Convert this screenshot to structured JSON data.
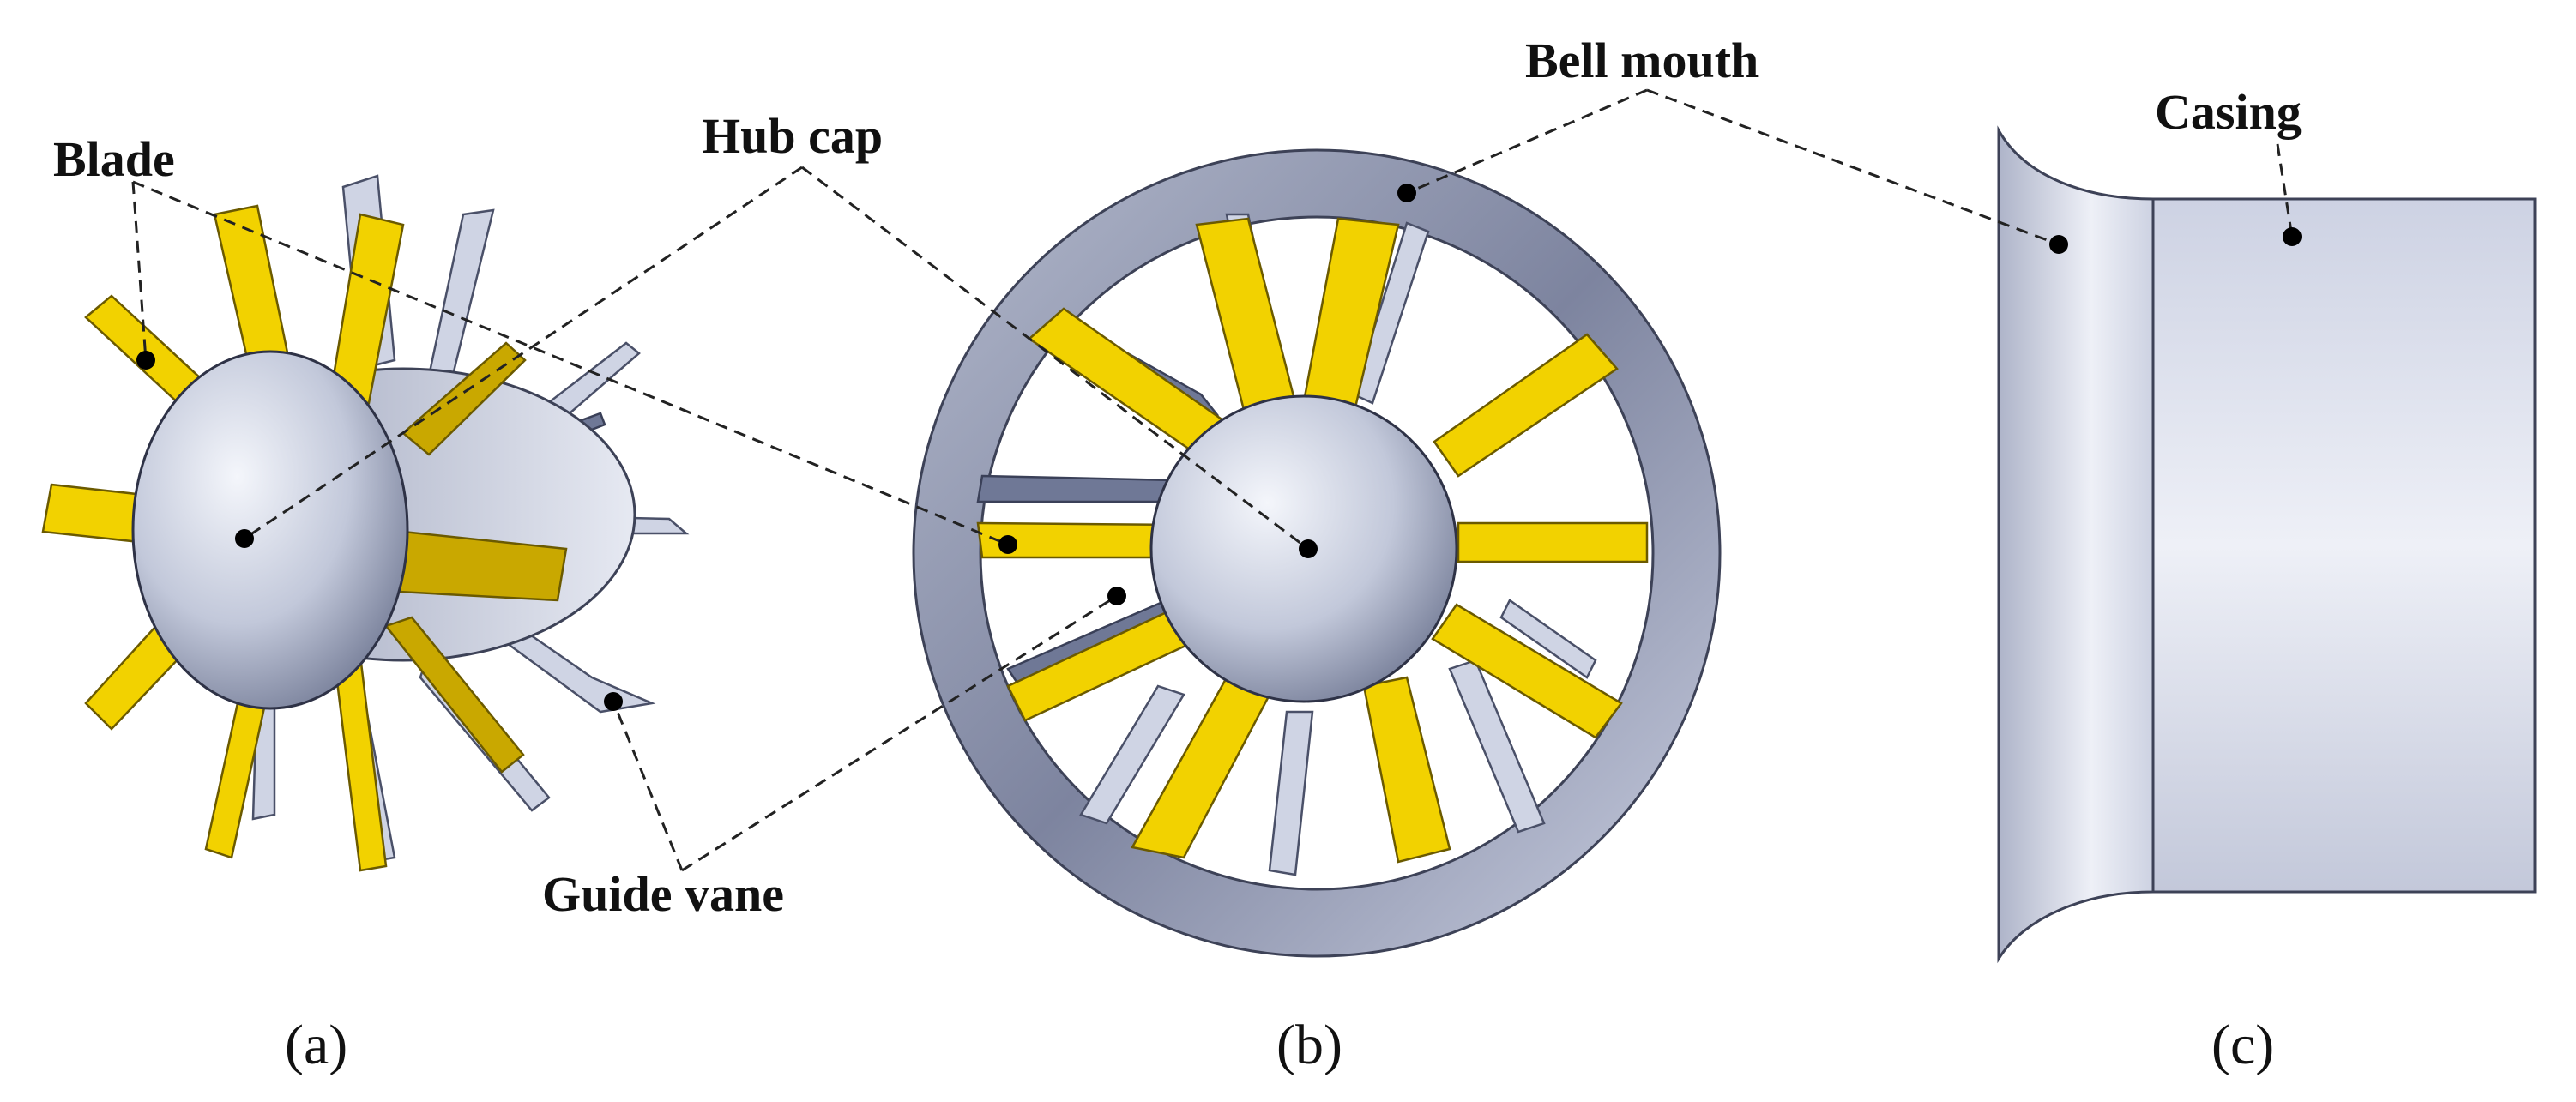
{
  "labels": {
    "blade": "Blade",
    "hub_cap": "Hub cap",
    "guide_vane": "Guide vane",
    "bell_mouth": "Bell mouth",
    "casing": "Casing"
  },
  "captions": {
    "a": "(a)",
    "b": "(b)",
    "c": "(c)"
  },
  "colors": {
    "blade": "#f2d200",
    "metal": "#c9cee0",
    "leader_line": "#222222"
  }
}
